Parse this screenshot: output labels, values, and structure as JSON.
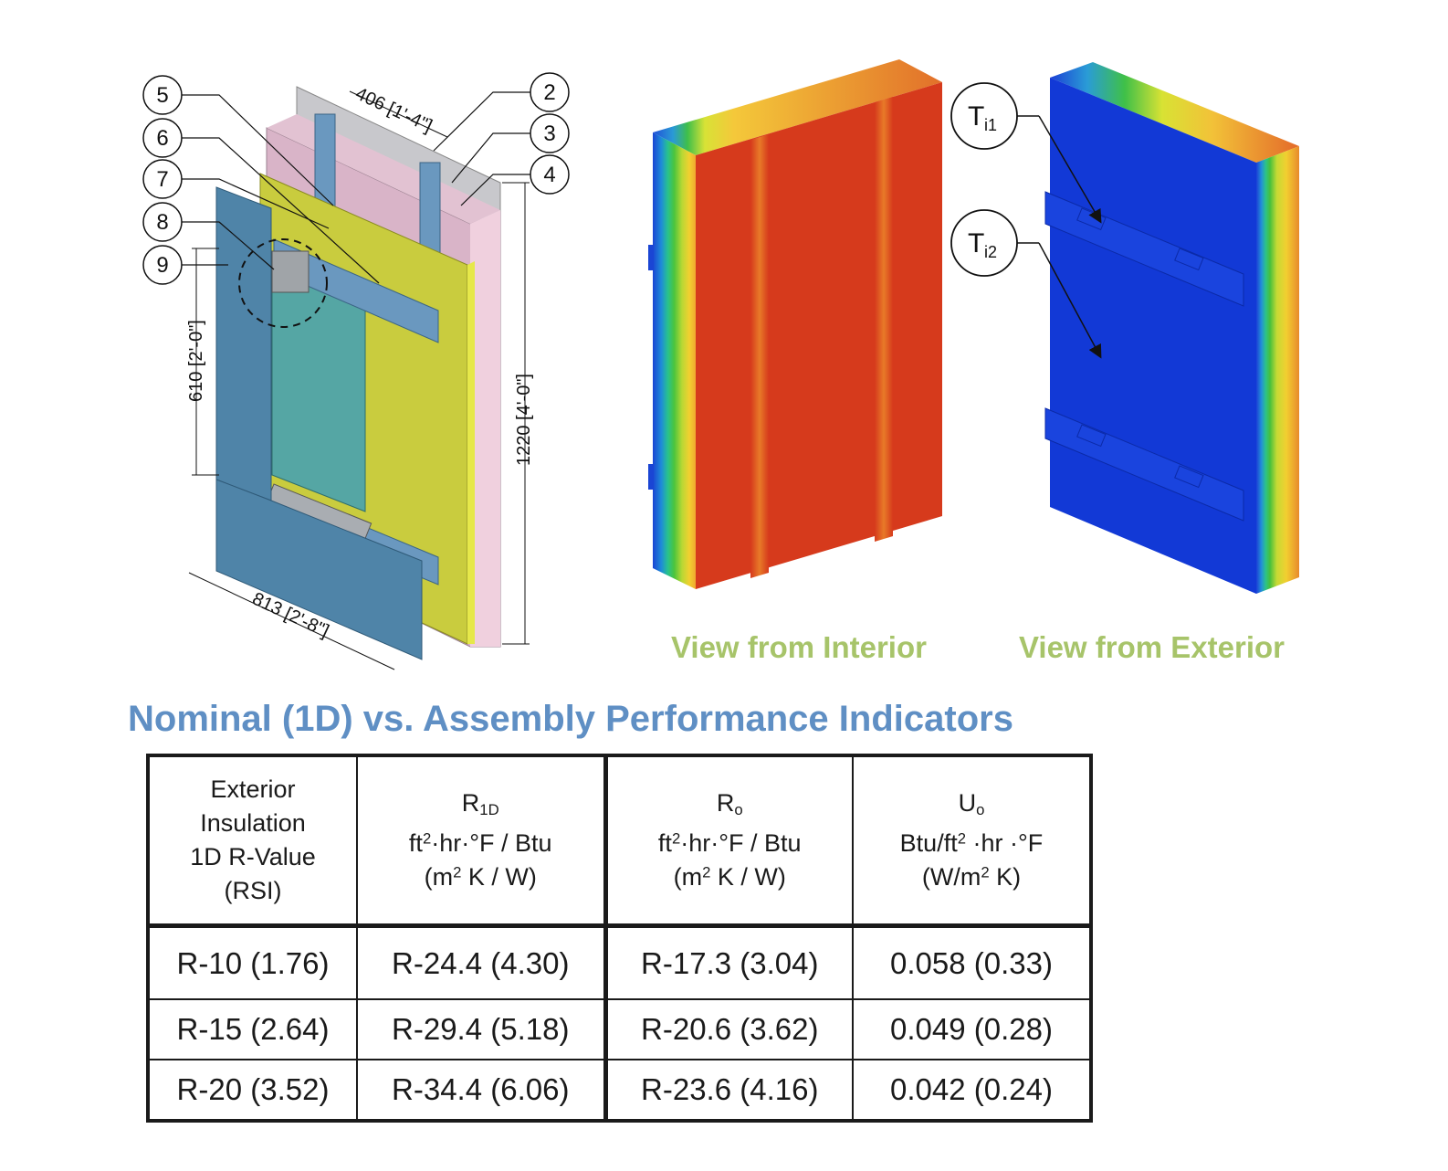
{
  "callouts": [
    "5",
    "6",
    "7",
    "8",
    "9",
    "2",
    "3",
    "4"
  ],
  "dimensions": {
    "top": "406 [1'-4\"]",
    "left": "610 [2'-0\"]",
    "right": "1220 [4'-0\"]",
    "bottom": "813 [2'-8\"]"
  },
  "thermal_labels": {
    "t1_main": "T",
    "t1_sub": "i1",
    "t2_main": "T",
    "t2_sub": "i2"
  },
  "captions": {
    "interior": "View from Interior",
    "exterior": "View from Exterior"
  },
  "colors": {
    "caption": "#a7c46a",
    "title": "#5f8fc4",
    "hot": "#d63a1c",
    "cold": "#1239d6",
    "steel": "#5b8aa8",
    "insulation": "#cfd23c",
    "sheathing": "#e8c9d6"
  },
  "section_title": "Nominal (1D) vs. Assembly Performance Indicators",
  "table": {
    "headers": [
      {
        "l1": "Exterior",
        "l2": "Insulation",
        "l3": "1D R-Value",
        "l4": "(RSI)"
      },
      {
        "sym": "R",
        "sym_sub": "1D",
        "unit_a": "ft",
        "unit_a_sup": "2",
        "unit_b": "·hr·°F / Btu",
        "unit_c": "(m",
        "unit_c_sup": "2",
        "unit_d": " K / W)"
      },
      {
        "sym": "R",
        "sym_sub": "o",
        "unit_a": "ft",
        "unit_a_sup": "2",
        "unit_b": "·hr·°F / Btu",
        "unit_c": "(m",
        "unit_c_sup": "2",
        "unit_d": " K / W)"
      },
      {
        "sym": "U",
        "sym_sub": "o",
        "unit_a": "Btu/ft",
        "unit_a_sup": "2",
        "unit_b": " ·hr ·°F",
        "unit_c": "(W/m",
        "unit_c_sup": "2",
        "unit_d": " K)"
      }
    ],
    "rows": [
      [
        "R-10 (1.76)",
        "R-24.4 (4.30)",
        "R-17.3 (3.04)",
        "0.058 (0.33)"
      ],
      [
        "R-15 (2.64)",
        "R-29.4 (5.18)",
        "R-20.6 (3.62)",
        "0.049 (0.28)"
      ],
      [
        "R-20 (3.52)",
        "R-34.4 (6.06)",
        "R-23.6 (4.16)",
        "0.042 (0.24)"
      ]
    ]
  }
}
